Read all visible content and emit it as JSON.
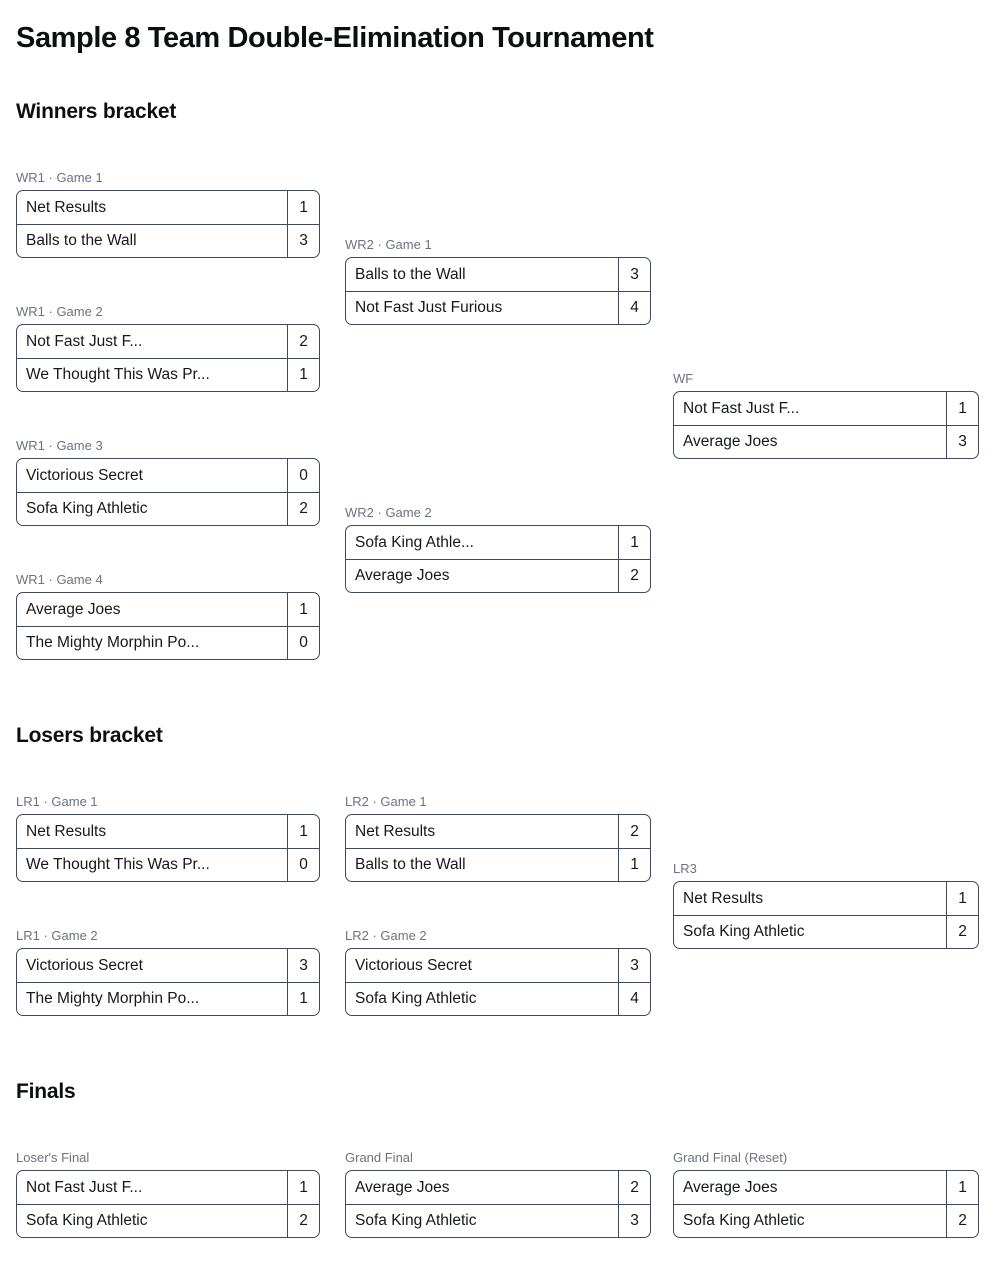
{
  "title": "Sample 8 Team Double-Elimination Tournament",
  "sections": {
    "winners": "Winners bracket",
    "losers": "Losers bracket",
    "finals": "Finals"
  },
  "colors": {
    "border": "#3f4b5b",
    "label": "#6b7280",
    "text": "#15181c",
    "background": "#ffffff"
  },
  "bracket_data": {
    "type": "double-elimination-bracket",
    "teams": [
      "Net Results",
      "Balls to the Wall",
      "Not Fast Just Furious",
      "We Thought This Was Pranks",
      "Victorious Secret",
      "Sofa King Athletic",
      "Average Joes",
      "The Mighty Morphin Power Rangers"
    ],
    "matches": [
      {
        "id": "wr1g1",
        "bracket": "winners",
        "label": "WR1 · Game 1",
        "top": {
          "name": "Net Results",
          "score": "1"
        },
        "bottom": {
          "name": "Balls to the Wall",
          "score": "3"
        }
      },
      {
        "id": "wr1g2",
        "bracket": "winners",
        "label": "WR1 · Game 2",
        "top": {
          "name": "Not Fast Just F...",
          "score": "2"
        },
        "bottom": {
          "name": "We Thought This Was Pr...",
          "score": "1"
        }
      },
      {
        "id": "wr1g3",
        "bracket": "winners",
        "label": "WR1 · Game 3",
        "top": {
          "name": "Victorious Secret",
          "score": "0"
        },
        "bottom": {
          "name": "Sofa King Athletic",
          "score": "2"
        }
      },
      {
        "id": "wr1g4",
        "bracket": "winners",
        "label": "WR1 · Game 4",
        "top": {
          "name": "Average Joes",
          "score": "1"
        },
        "bottom": {
          "name": "The Mighty Morphin Po...",
          "score": "0"
        }
      },
      {
        "id": "wr2g1",
        "bracket": "winners",
        "label": "WR2 · Game 1",
        "top": {
          "name": "Balls to the Wall",
          "score": "3"
        },
        "bottom": {
          "name": "Not Fast Just Furious",
          "score": "4"
        }
      },
      {
        "id": "wr2g2",
        "bracket": "winners",
        "label": "WR2 · Game 2",
        "top": {
          "name": "Sofa King Athle...",
          "score": "1"
        },
        "bottom": {
          "name": "Average Joes",
          "score": "2"
        }
      },
      {
        "id": "wf",
        "bracket": "winners",
        "label": "WF",
        "top": {
          "name": "Not Fast Just F...",
          "score": "1"
        },
        "bottom": {
          "name": "Average Joes",
          "score": "3"
        }
      },
      {
        "id": "lr1g1",
        "bracket": "losers",
        "label": "LR1 · Game 1",
        "top": {
          "name": "Net Results",
          "score": "1"
        },
        "bottom": {
          "name": "We Thought This Was Pr...",
          "score": "0"
        }
      },
      {
        "id": "lr1g2",
        "bracket": "losers",
        "label": "LR1 · Game 2",
        "top": {
          "name": "Victorious Secret",
          "score": "3"
        },
        "bottom": {
          "name": "The Mighty Morphin Po...",
          "score": "1"
        }
      },
      {
        "id": "lr2g1",
        "bracket": "losers",
        "label": "LR2 · Game 1",
        "top": {
          "name": "Net Results",
          "score": "2"
        },
        "bottom": {
          "name": "Balls to the Wall",
          "score": "1"
        }
      },
      {
        "id": "lr2g2",
        "bracket": "losers",
        "label": "LR2 · Game 2",
        "top": {
          "name": "Victorious Secret",
          "score": "3"
        },
        "bottom": {
          "name": "Sofa King Athletic",
          "score": "4"
        }
      },
      {
        "id": "lr3",
        "bracket": "losers",
        "label": "LR3",
        "top": {
          "name": "Net Results",
          "score": "1"
        },
        "bottom": {
          "name": "Sofa King Athletic",
          "score": "2"
        }
      },
      {
        "id": "losers-final",
        "bracket": "finals",
        "label": "Loser's Final",
        "top": {
          "name": "Not Fast Just F...",
          "score": "1"
        },
        "bottom": {
          "name": "Sofa King Athletic",
          "score": "2"
        }
      },
      {
        "id": "grand-final",
        "bracket": "finals",
        "label": "Grand Final",
        "top": {
          "name": "Average Joes",
          "score": "2"
        },
        "bottom": {
          "name": "Sofa King Athletic",
          "score": "3"
        }
      },
      {
        "id": "grand-final-reset",
        "bracket": "finals",
        "label": "Grand Final (Reset)",
        "top": {
          "name": "Average Joes",
          "score": "1"
        },
        "bottom": {
          "name": "Sofa King Athletic",
          "score": "2"
        }
      }
    ]
  }
}
